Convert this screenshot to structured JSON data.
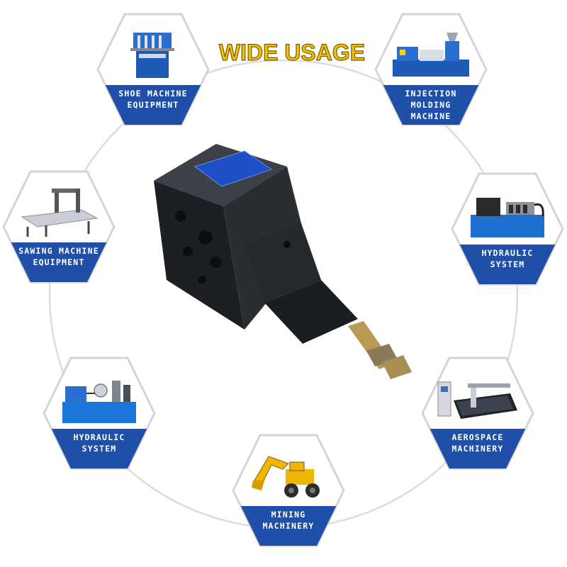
{
  "title": "WIDE USAGE",
  "colors": {
    "label_blue": "#1f4fa8",
    "ring": "#dcdcdc",
    "title_gold": "#f2c200"
  },
  "applications": [
    {
      "id": "shoe",
      "line1": "SHOE MACHINE",
      "line2": "EQUIPMENT",
      "icon": "shoe-machine-icon"
    },
    {
      "id": "injection",
      "line1": "INJECTION MOLDING",
      "line2": "MACHINE",
      "icon": "injection-molding-icon"
    },
    {
      "id": "sawing",
      "line1": "SAWING MACHINE",
      "line2": "EQUIPMENT",
      "icon": "sawing-machine-icon"
    },
    {
      "id": "hydraulic1",
      "line1": "HYDRAULIC",
      "line2": "SYSTEM",
      "icon": "hydraulic-unit-icon"
    },
    {
      "id": "hydraulic2",
      "line1": "HYDRAULIC",
      "line2": "SYSTEM",
      "icon": "hydraulic-station-icon"
    },
    {
      "id": "aerospace",
      "line1": "AEROSPACE",
      "line2": "MACHINERY",
      "icon": "cutting-table-icon"
    },
    {
      "id": "mining",
      "line1": "MINING",
      "line2": "MACHINERY",
      "icon": "excavator-icon"
    }
  ]
}
